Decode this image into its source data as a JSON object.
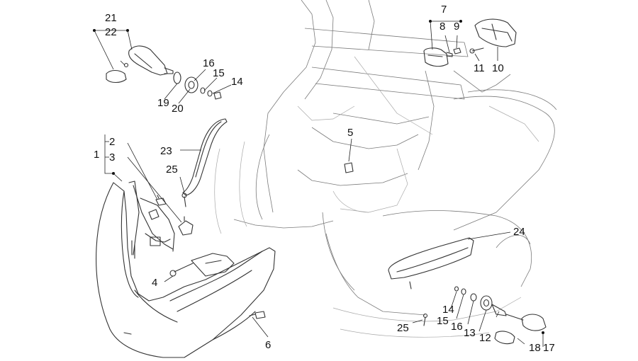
{
  "colors": {
    "ink": "#333333",
    "label": "#111111",
    "background": "#ffffff"
  },
  "callouts": {
    "p1": "1",
    "p2": "2",
    "p3": "3",
    "p4": "4",
    "p5": "5",
    "p6": "6",
    "p7": "7",
    "p8": "8",
    "p9": "9",
    "p10": "10",
    "p11": "11",
    "p12": "12",
    "p13": "13",
    "p14a": "14",
    "p14b": "14",
    "p15a": "15",
    "p15b": "15",
    "p16a": "16",
    "p16b": "16",
    "p17": "17",
    "p18": "18",
    "p19": "19",
    "p20": "20",
    "p21": "21",
    "p22": "22",
    "p23": "23",
    "p24": "24",
    "p25a": "25",
    "p25b": "25"
  }
}
